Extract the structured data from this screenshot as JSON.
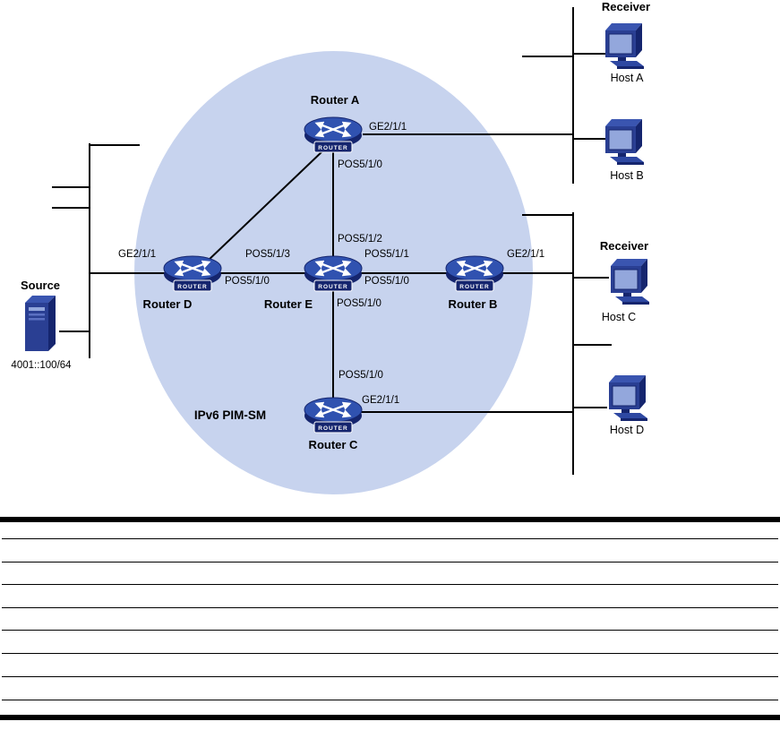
{
  "figure": {
    "domain_label": "IPv6 PIM-SM",
    "router_icon_label": "ROUTER",
    "routers": {
      "a": "Router A",
      "b": "Router B",
      "c": "Router C",
      "d": "Router D",
      "e": "Router E"
    },
    "source": {
      "label": "Source",
      "address": "4001::100/64"
    },
    "receiver_top": "Receiver",
    "receiver_middle": "Receiver",
    "hosts": {
      "a": "Host A",
      "b": "Host B",
      "c": "Host C",
      "d": "Host D"
    },
    "interfaces": {
      "a_lan": "GE2/1/1",
      "a_to_e": "POS5/1/0",
      "e_to_a": "POS5/1/2",
      "d_lan": "GE2/1/1",
      "e_to_d": "POS5/1/3",
      "d_to_e": "POS5/1/0",
      "e_to_b": "POS5/1/1",
      "b_to_e": "POS5/1/0",
      "b_lan": "GE2/1/1",
      "e_to_c": "POS5/1/0",
      "c_to_e": "POS5/1/0",
      "c_lan": "GE2/1/1"
    },
    "colors": {
      "domain_fill": "#c7d3ee",
      "router_top": "#3052b0",
      "router_dark": "#15256e",
      "line": "#000000"
    }
  }
}
